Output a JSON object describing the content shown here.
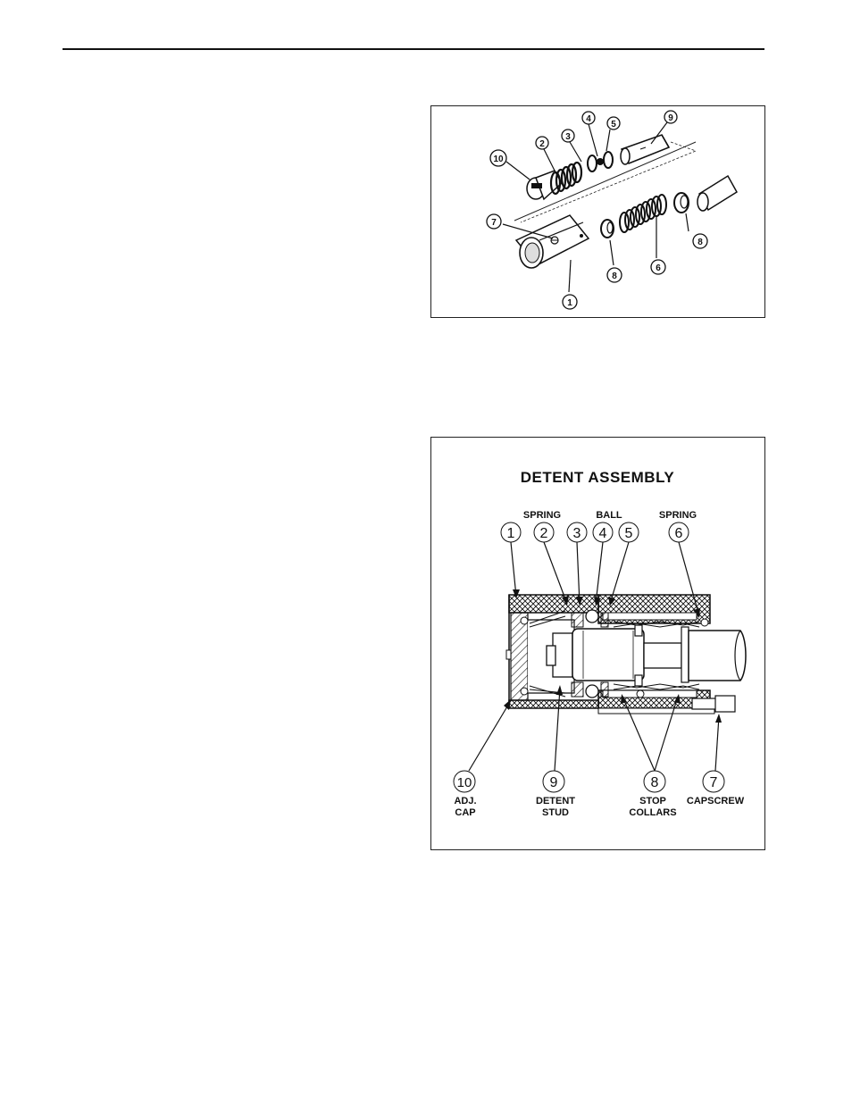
{
  "exploded_view": {
    "callouts": [
      "10",
      "2",
      "3",
      "4",
      "5",
      "9",
      "7",
      "8",
      "6",
      "8",
      "1"
    ]
  },
  "detent_assembly": {
    "title": "DETENT ASSEMBLY",
    "top_labels": {
      "spring_left": "SPRING",
      "ball": "BALL",
      "spring_right": "SPRING"
    },
    "top_numbers": [
      "1",
      "2",
      "3",
      "4",
      "5",
      "6"
    ],
    "bottom_numbers": [
      "10",
      "9",
      "8",
      "7"
    ],
    "bottom_labels": {
      "adj_cap": [
        "ADJ.",
        "CAP"
      ],
      "detent_stud": [
        "DETENT",
        "STUD"
      ],
      "stop_collars": [
        "STOP",
        "COLLARS"
      ],
      "capscrew": [
        "CAPSCREW"
      ]
    }
  }
}
